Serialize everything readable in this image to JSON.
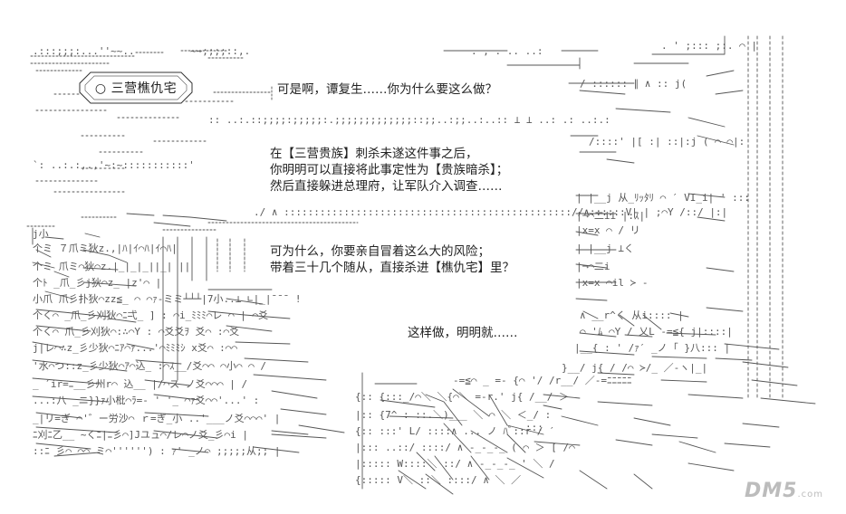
{
  "scene_title": "○ 三营樵仇宅",
  "dialogue": [
    "可是啊，谭复生……你为什么要这么做？",
    "在【三营贵族】刺杀未遂这件事之后，",
    "你明明可以直接将此事定性为【贵族暗杀】；",
    "然后直接躲进总理府，让军队介入调查……",
    "可为什么，你要亲自冒着这么大的风险；",
    "带着三十几个随从，直接杀进【樵仇宅】里？",
    "这样做，明明就……"
  ],
  "watermark": {
    "logo": "DM5",
    "domain": ".com"
  }
}
